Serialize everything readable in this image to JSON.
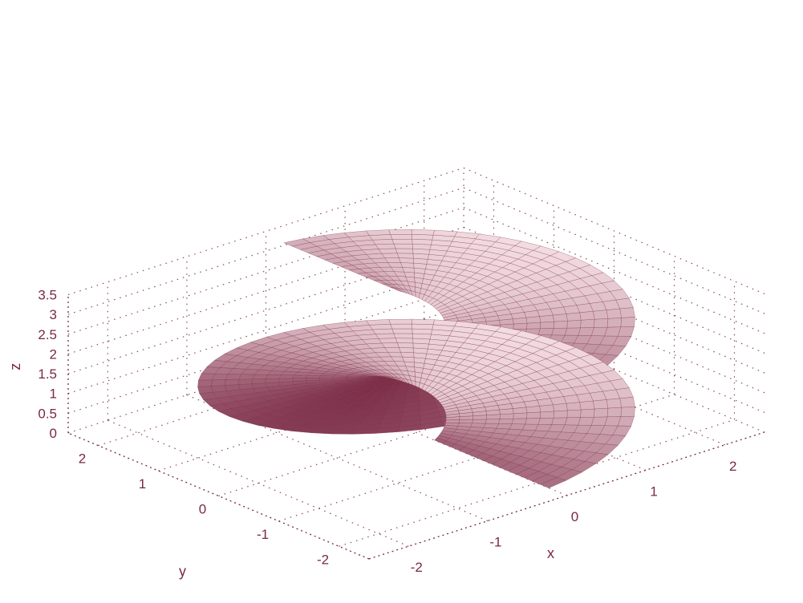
{
  "chart_data": {
    "type": "surface3d",
    "title": "",
    "xlabel": "x",
    "ylabel": "y",
    "zlabel": "z",
    "x_ticks": [
      -2,
      -1,
      0,
      1,
      2
    ],
    "y_ticks": [
      -2,
      -1,
      0,
      1,
      2
    ],
    "z_ticks": [
      "0",
      "0.5",
      "1",
      "1.5",
      "2",
      "2.5",
      "3",
      "3.5"
    ],
    "xlim": [
      -2.5,
      2.5
    ],
    "ylim": [
      -2.5,
      2.5
    ],
    "zlim": [
      0,
      3.5
    ],
    "grid": true,
    "surface": {
      "description_in_data_units": "helicoid-like sheet: theta from -pi/2 to 5pi/2 (approx.), radius r from 0.3 to 2.2, z = theta / (2pi) * 2 + 0.5",
      "theta_range": [
        -1.5708,
        7.854
      ],
      "r_range": [
        0.3,
        2.2
      ],
      "z_range": [
        0,
        3.5
      ]
    },
    "colors": {
      "axis": "#7a2a40",
      "surface_dark": "#7a2a45",
      "surface_light": "#f3dde2",
      "grid": "#8a4a5a"
    }
  }
}
